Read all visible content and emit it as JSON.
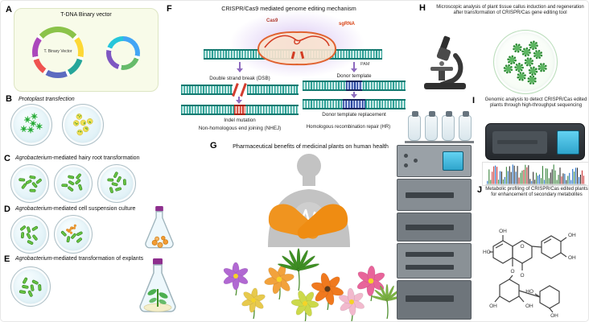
{
  "panels": {
    "A": {
      "label": "A",
      "title": "T-DNA Binary vector",
      "plasmid_label": "T. Binary Vector"
    },
    "B": {
      "label": "B",
      "title": "Protoplast transfection"
    },
    "C": {
      "label": "C",
      "title_em": "Agrobacterium",
      "title_rest": "-mediated hairy root transformation"
    },
    "D": {
      "label": "D",
      "title_em": "Agrobacterium",
      "title_rest": "-mediated cell suspension culture"
    },
    "E": {
      "label": "E",
      "title_em": "Agrobacterium",
      "title_rest": "-mediated transformation of explants"
    },
    "F": {
      "label": "F",
      "title": "CRISPR/Cas9 mediated genome editing mechanism",
      "cas9_label": "Cas9",
      "sgrna_label": "sgRNA",
      "pam_label": "PAM",
      "dsb_label": "Double strand break (DSB)",
      "donor_label": "Donor template",
      "indel_label": "Indel mutation",
      "nhej_label": "Non-homologous end joining (NHEJ)",
      "replacement_label": "Donor template replacement",
      "hr_label": "Homologous recombination repair (HR)"
    },
    "G": {
      "label": "G",
      "title": "Pharmaceutical benefits of medicinal plants on human health"
    },
    "H": {
      "label": "H",
      "title": "Microscopic analysis of plant tissue callus induction and regeneration after transformation of CRISPR/Cas gene editing tool"
    },
    "I": {
      "label": "I",
      "title": "Genomic analysis to detect CRISPR/Cas edited plants through high-throughput sequencing"
    },
    "J": {
      "label": "J",
      "title": "Metabolic profiling of CRISPR/Cas edited plants for enhancement of secondary metabolites",
      "atom_labels": [
        "HO",
        "OH",
        "O",
        "OH",
        "OH",
        "O",
        "OH",
        "OH",
        "HO",
        "OH"
      ]
    }
  },
  "colors": {
    "dna_teal": "#2ba196",
    "insert_red": "#d23c2e",
    "insert_blue": "#27459e",
    "cas9_orange": "#e0622f",
    "hands_orange": "#f0941f",
    "flask_cap_magenta": "#8e2f8e",
    "complex_halo_purple": "#d6c1f2"
  }
}
